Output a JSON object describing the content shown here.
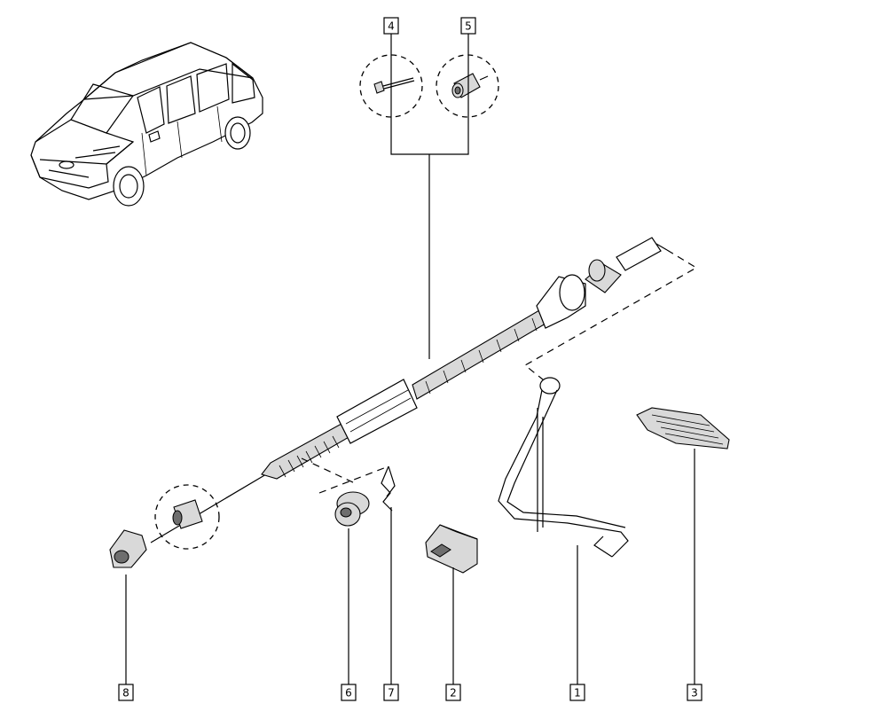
{
  "callouts": [
    {
      "id": "callout-1",
      "label": "1"
    },
    {
      "id": "callout-2",
      "label": "2"
    },
    {
      "id": "callout-3",
      "label": "3"
    },
    {
      "id": "callout-4",
      "label": "4"
    },
    {
      "id": "callout-5",
      "label": "5"
    },
    {
      "id": "callout-6",
      "label": "6"
    },
    {
      "id": "callout-7",
      "label": "7"
    },
    {
      "id": "callout-8",
      "label": "8"
    }
  ]
}
